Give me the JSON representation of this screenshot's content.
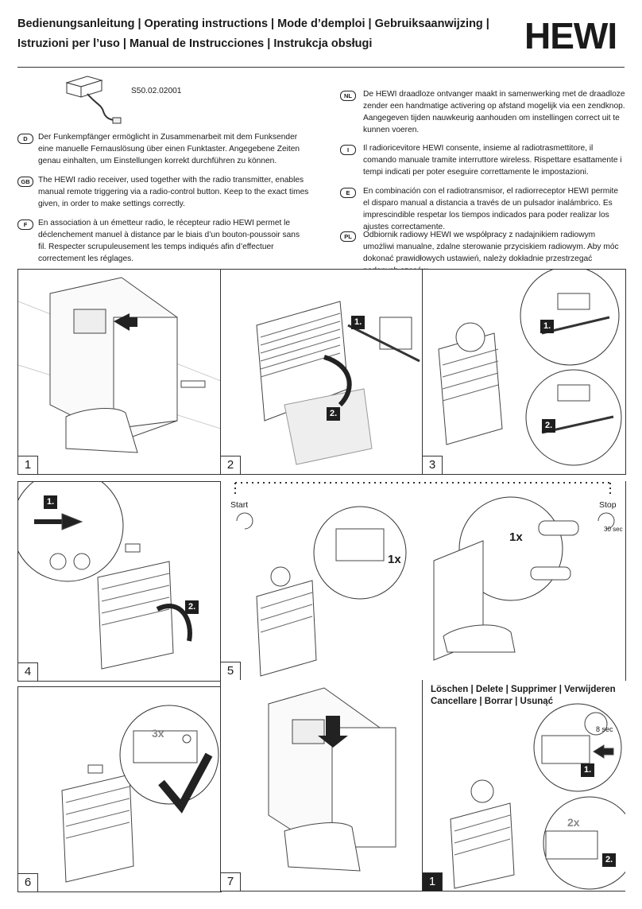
{
  "header": {
    "title_line1": "Bedienungsanleitung | Operating instructions | Mode d’demploi | Gebruiksaanwijzing |",
    "title_line2": "Istruzioni per l’uso | Manual de Instrucciones | Instrukcja obsługi",
    "logo": "HEWI"
  },
  "product": {
    "code": "S50.02.02001"
  },
  "languages": [
    {
      "code": "D",
      "text": "Der Funkempfänger ermöglicht in Zusammenarbeit mit dem Funksender eine manuelle Fernauslösung über einen Funktaster. Angegebene Zeiten genau einhalten, um Einstellungen korrekt durchführen zu können."
    },
    {
      "code": "GB",
      "text": "The HEWI radio receiver, used together with the radio transmitter, enables manual remote triggering via a radio-control button. Keep to the exact times given, in order to make settings correctly."
    },
    {
      "code": "F",
      "text": "En association à un émetteur radio, le récepteur radio HEWI permet le déclenchement manuel à distance par le biais d’un bouton-poussoir sans fil. Respecter scrupuleusement les temps indiqués afin d’effectuer correctement les réglages."
    },
    {
      "code": "NL",
      "text": "De HEWI draadloze ontvanger maakt in samenwerking met de draadloze zender een handmatige activering op afstand mogelijk via een zendknop. Aangegeven tijden nauwkeurig aanhouden om instellingen correct uit te kunnen voeren."
    },
    {
      "code": "I",
      "text": "Il radioricevitore HEWI consente, insieme al radiotrasmettitore, il comando manuale tramite interruttore wireless. Rispettare esattamente i tempi indicati per poter eseguire correttamente le impostazioni."
    },
    {
      "code": "E",
      "text": "En combinación con el radiotransmisor, el radiorreceptor HEWI permite el disparo manual a distancia a través de un pulsador inalámbrico. Es imprescindible respetar los tiempos indicados para poder realizar los ajustes correctamente."
    },
    {
      "code": "PL",
      "text": "Odbiornik radiowy HEWI we współpracy z nadajnikiem radiowym umożliwi manualne, zdalne sterowanie przyciskiem radiowym. Aby móc dokonać prawidłowych ustawień, należy dokładnie przestrzegać podanych czasów."
    }
  ],
  "panels": {
    "p1": {
      "num": "1"
    },
    "p2": {
      "num": "2",
      "s1": "1.",
      "s2": "2."
    },
    "p3": {
      "num": "3",
      "s1": "1.",
      "s2": "2."
    },
    "p4": {
      "num": "4",
      "s1": "1.",
      "s2": "2."
    },
    "p5": {
      "num": "5",
      "start": "Start",
      "stop": "Stop",
      "time": "30 sec",
      "press": "1x"
    },
    "p5b": {
      "press": "1x"
    },
    "p6": {
      "num": "6",
      "press": "3x"
    },
    "p7": {
      "num": "7"
    },
    "p8": {
      "num": "1",
      "title1": "Löschen | Delete | Supprimer | Verwijderen",
      "title2": "Cancellare | Borrar | Usunąć",
      "time": "8 sec",
      "s1": "1.",
      "s2": "2.",
      "press": "2x"
    }
  }
}
